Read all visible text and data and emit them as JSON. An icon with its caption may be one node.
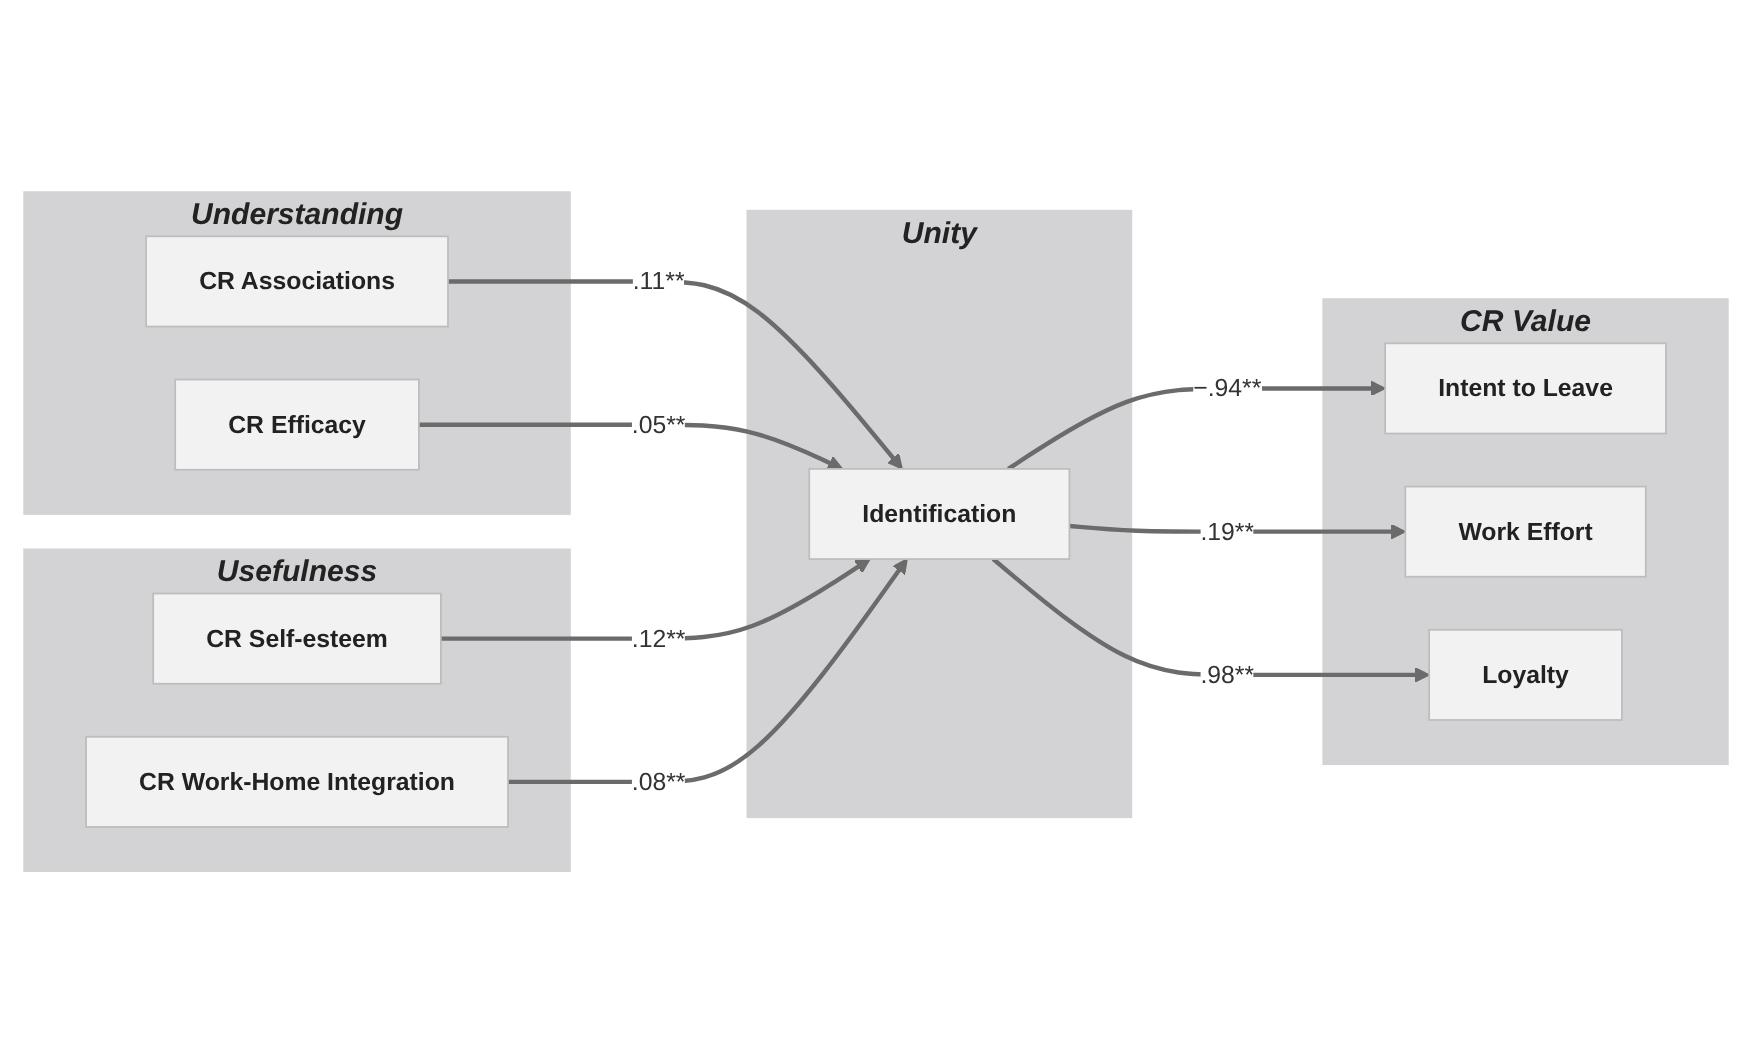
{
  "diagram": {
    "nodes": [
      {
        "text": [
          "Understanding"
        ]
      },
      {
        "text": [
          "CR Associations"
        ],
        "in": 0
      },
      {
        "text": [
          "CR Efficacy"
        ],
        "in": 0
      },
      {
        "text": [
          "Usefulness"
        ]
      },
      {
        "text": [
          "CR Self-esteem"
        ],
        "in": 3
      },
      {
        "text": [
          "CR Work-Home Integration"
        ],
        "in": 3
      },
      {
        "text": [
          "Unity"
        ]
      },
      {
        "text": [
          "Identification"
        ],
        "in": 6
      },
      {
        "text": [
          "CR Value"
        ]
      },
      {
        "text": [
          "Intent to Leave"
        ],
        "in": 8
      },
      {
        "text": [
          "Work Effort"
        ],
        "in": 8
      },
      {
        "text": [
          "Loyalty"
        ],
        "in": 8
      }
    ],
    "edges": [
      {
        "from": 1,
        "to": 7,
        "arrow": "to",
        "label": ".11**"
      },
      {
        "from": 2,
        "to": 7,
        "arrow": "to",
        "label": ".05**"
      },
      {
        "from": 4,
        "to": 7,
        "arrow": "to",
        "label": ".12**"
      },
      {
        "from": 5,
        "to": 7,
        "arrow": "to",
        "label": ".08**"
      },
      {
        "from": 7,
        "to": 9,
        "arrow": "to",
        "label": "−.94**"
      },
      {
        "from": 7,
        "to": 10,
        "arrow": "to",
        "label": ".19**"
      },
      {
        "from": 7,
        "to": 11,
        "arrow": "to",
        "label": ".98**"
      }
    ]
  }
}
